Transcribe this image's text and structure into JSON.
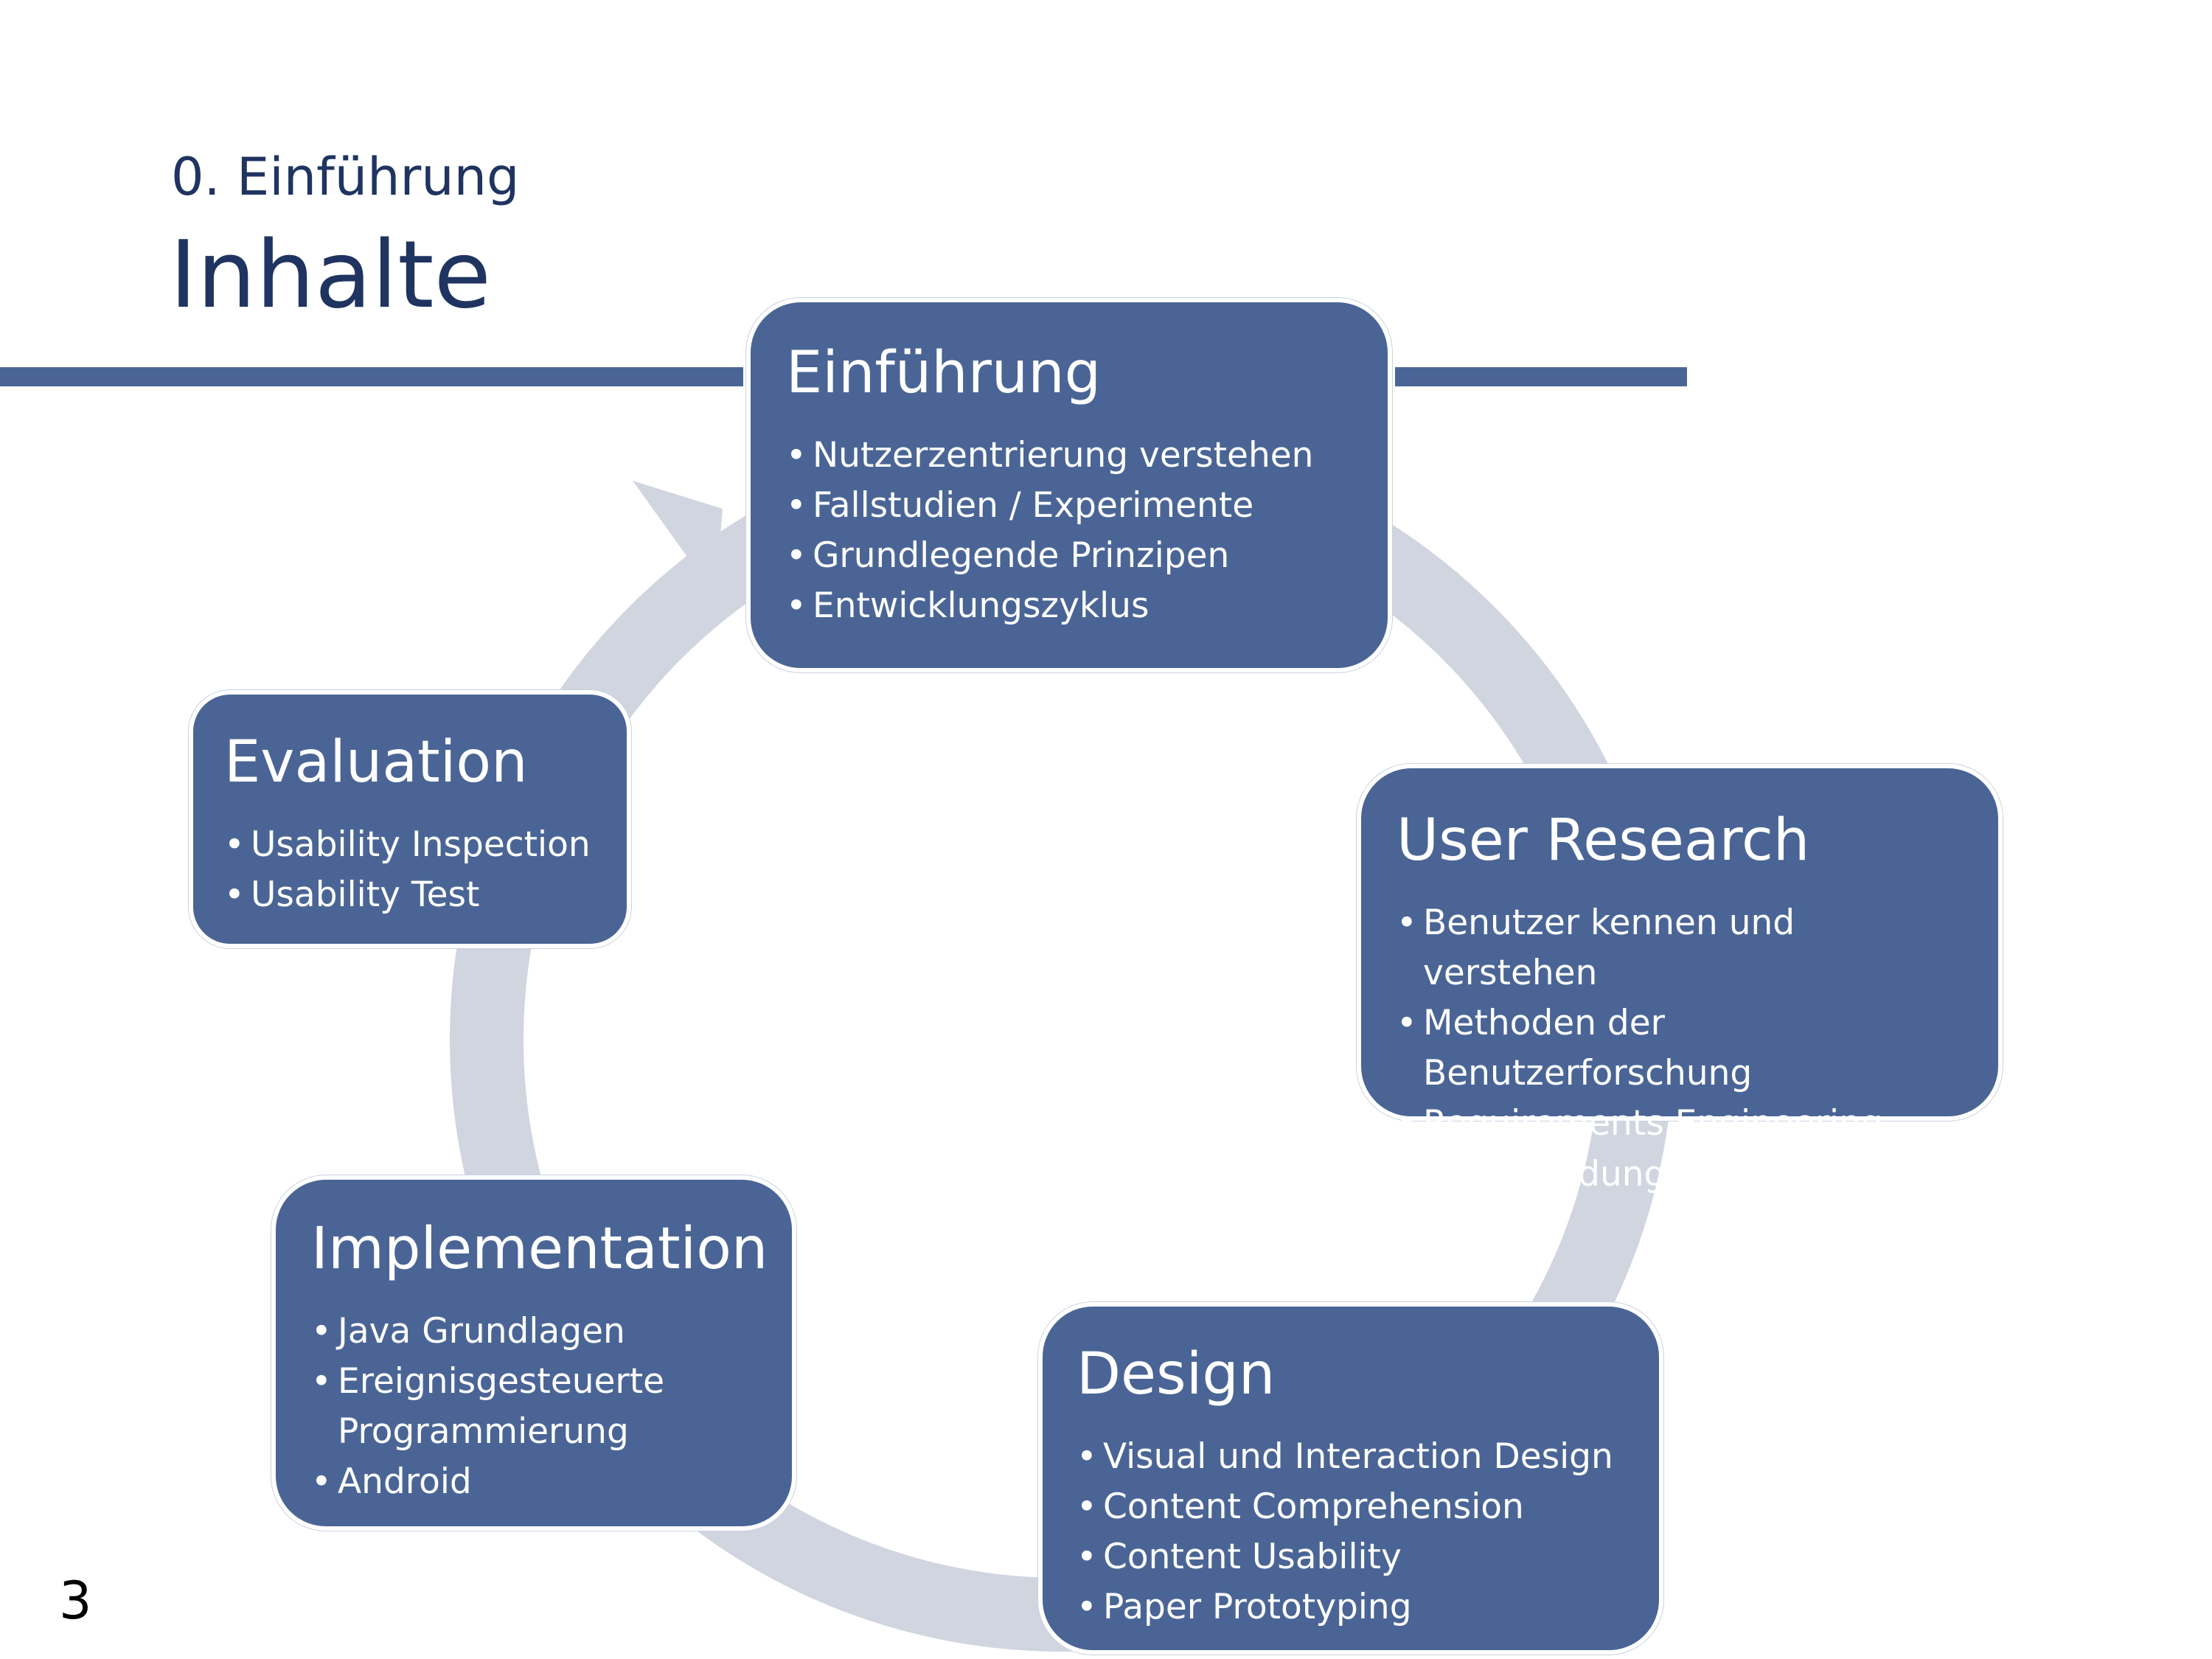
{
  "header": {
    "subtitle": "0. Einführung",
    "title": "Inhalte"
  },
  "colors": {
    "accent": "#4a6595",
    "cycle_arrow": "#d0d5e0",
    "title_text": "#1f3460"
  },
  "cycle": {
    "intro": {
      "title": "Einführung",
      "items": [
        "Nutzerzentrierung verstehen",
        "Fallstudien / Experimente",
        "Grundlegende Prinzipen",
        "Entwicklungszyklus"
      ]
    },
    "user_research": {
      "title": "User Research",
      "items": [
        "Benutzer kennen und verstehen",
        "Methoden der Benutzerforschung",
        "Requirements Engineering",
        "Modellbildung"
      ]
    },
    "design": {
      "title": "Design",
      "items": [
        "Visual und Interaction Design",
        "Content Comprehension",
        "Content Usability",
        "Paper Prototyping"
      ]
    },
    "implementation": {
      "title": "Implementation",
      "items": [
        "Java Grundlagen",
        "Ereignisgesteuerte Programmierung",
        "Android"
      ]
    },
    "evaluation": {
      "title": "Evaluation",
      "items": [
        "Usability Inspection",
        "Usability Test"
      ]
    }
  },
  "page_number": "3"
}
